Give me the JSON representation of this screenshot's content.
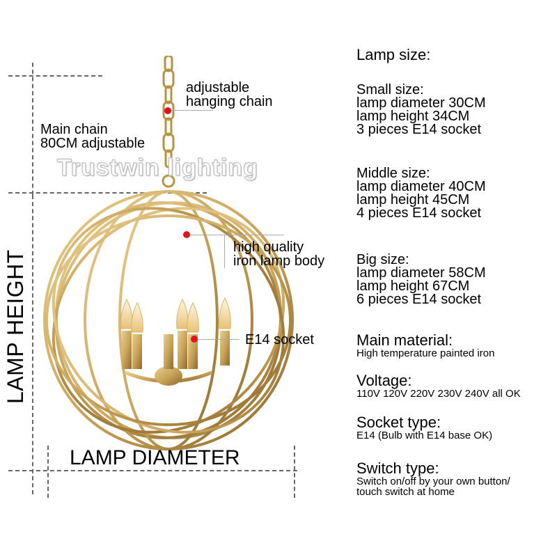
{
  "annotations": {
    "chain_label": "adjustable\nhanging chain",
    "main_chain": "Main chain\n80CM adjustable",
    "body_label": "high quality\niron lamp body",
    "socket_label": "E14 socket",
    "lamp_height": "LAMP HEIGHT",
    "lamp_diameter": "LAMP DIAMETER",
    "watermark": "Trustwin lighting"
  },
  "specs": {
    "heading": "Lamp size:",
    "sizes": [
      {
        "name": "Small size:",
        "lines": [
          "lamp diameter 30CM",
          "lamp height 34CM",
          "3 pieces E14 socket"
        ]
      },
      {
        "name": "Middle size:",
        "lines": [
          "lamp diameter 40CM",
          "lamp height 45CM",
          "4 pieces E14 socket"
        ]
      },
      {
        "name": "Big size:",
        "lines": [
          "lamp diameter 58CM",
          "lamp height 67CM",
          "6 pieces E14 socket"
        ]
      }
    ],
    "material": {
      "title": "Main material:",
      "value": "High temperature painted iron"
    },
    "voltage": {
      "title": "Voltage:",
      "value": "110V 120V 220V 230V 240V all OK"
    },
    "socket": {
      "title": "Socket type:",
      "value": "E14 (Bulb with E14 base OK)"
    },
    "switch": {
      "title": "Switch type:",
      "value": [
        "Switch on/off by your own button/",
        "touch switch at home"
      ]
    }
  },
  "colors": {
    "gold": "#c9a45a",
    "gold_dark": "#8e6a2c",
    "marker": "#e0141e"
  }
}
